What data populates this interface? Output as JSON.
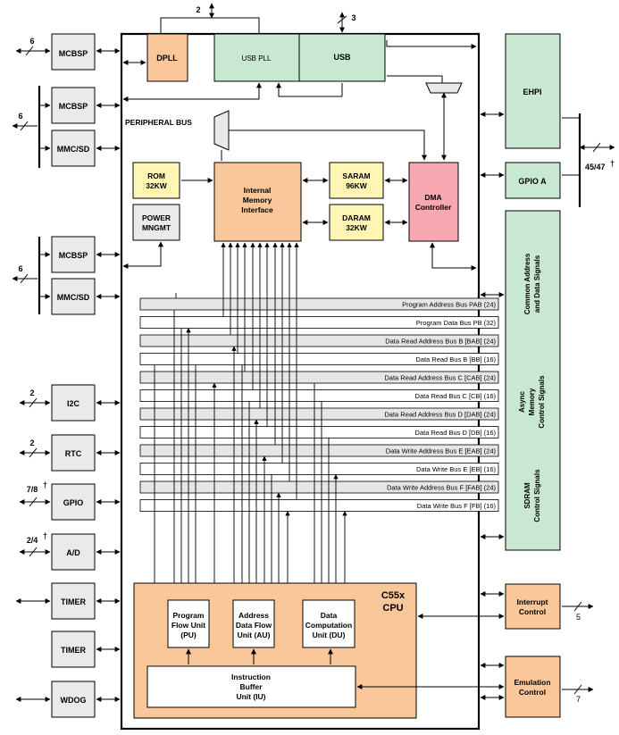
{
  "colors": {
    "orange": "#f9c79a",
    "cpu": "#f9c79a",
    "green": "#c8e8d2",
    "yellow": "#fff6b4",
    "pink": "#f7a8b0",
    "gray": "#eaeaea",
    "bus_gray": "#e6e6e6",
    "white": "#ffffff"
  },
  "left_blocks": {
    "mcbsp_1": "MCBSP",
    "mcbsp_2": "MCBSP",
    "mmcsd_1": "MMC/SD",
    "mcbsp_3": "MCBSP",
    "mmcsd_2": "MMC/SD",
    "i2c": "I2C",
    "rtc": "RTC",
    "gpio": "GPIO",
    "ad": "A/D",
    "timer_1": "TIMER",
    "timer_2": "TIMER",
    "wdog": "WDOG"
  },
  "left_widths": {
    "w6a": "6",
    "w6b": "6",
    "w6c": "6",
    "w2a": "2",
    "w2b": "2",
    "w78": "7/8",
    "w24": "2/4",
    "dagger": "†"
  },
  "top": {
    "dpll": "DPLL",
    "usb_pll": "USB PLL",
    "usb": "USB",
    "w2": "2",
    "w3": "3"
  },
  "peripheral_bus": "PERIPHERAL BUS",
  "memory": {
    "rom": [
      "ROM",
      "32KW"
    ],
    "power": [
      "POWER",
      "MNGMT"
    ],
    "imi": [
      "Internal",
      "Memory",
      "Interface"
    ],
    "saram": [
      "SARAM",
      "96KW"
    ],
    "daram": [
      "DARAM",
      "32KW"
    ],
    "dma": [
      "DMA",
      "Controller"
    ]
  },
  "right": {
    "ehpi": "EHPI",
    "gpioa": "GPIO A",
    "w4547": "45/47",
    "dagger": "†",
    "common": [
      "Common Address",
      "and Data  Signals"
    ],
    "async": [
      "Async",
      "Memory",
      "Control Signals"
    ],
    "sdram": [
      "SDRAM",
      "Control Signals"
    ],
    "interrupt": [
      "Interrupt",
      "Control"
    ],
    "w5": "5",
    "emulation": [
      "Emulation",
      "Control"
    ],
    "w7": "7"
  },
  "buses": [
    "Program Address Bus PAB (24)",
    "Program Data Bus PB (32)",
    "Data Read Address Bus B [BAB] (24)",
    "Data Read Bus B [BB] (16)",
    "Data Read Address Bus C [CAB] (24)",
    "Data Read Bus C [CB] (16)",
    "Data Read Address Bus D [DAB] (24)",
    "Data Read Bus D [DB] (16)",
    "Data Write Address Bus E [EAB] (24)",
    "Data Write Bus E [EB] (16)",
    "Data Write Address Bus F [FAB] (24)",
    "Data Write Bus F [FB] (16)"
  ],
  "cpu": {
    "title": [
      "C55x",
      "CPU"
    ],
    "pu": [
      "Program",
      "Flow Unit",
      "(PU)"
    ],
    "au": [
      "Address",
      "Data Flow",
      "Unit (AU)"
    ],
    "du": [
      "Data",
      "Computation",
      "Unit (DU)"
    ],
    "iu": [
      "Instruction",
      "Buffer",
      "Unit (IU)"
    ]
  }
}
